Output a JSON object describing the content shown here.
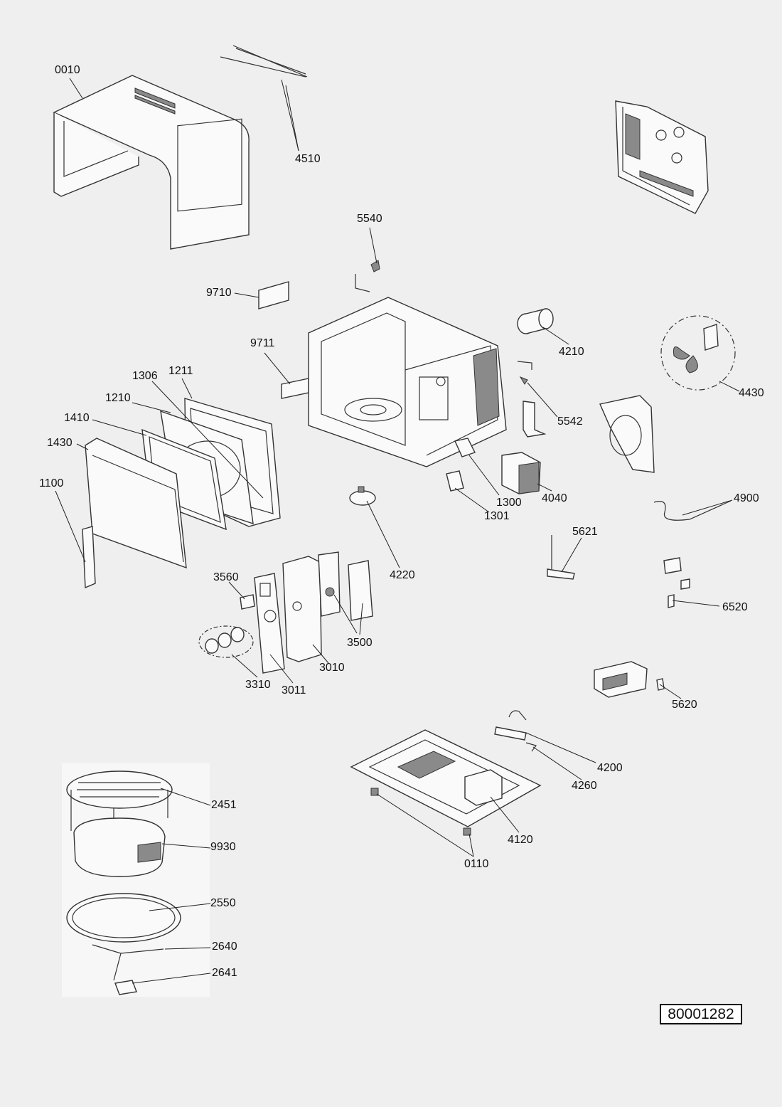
{
  "diagram": {
    "drawing_number": "80001282",
    "parts": [
      {
        "id": "label-0010",
        "text": "0010"
      },
      {
        "id": "label-4510",
        "text": "4510"
      },
      {
        "id": "label-5540",
        "text": "5540"
      },
      {
        "id": "label-9710",
        "text": "9710"
      },
      {
        "id": "label-9711",
        "text": "9711"
      },
      {
        "id": "label-4210",
        "text": "4210"
      },
      {
        "id": "label-4430",
        "text": "4430"
      },
      {
        "id": "label-1306",
        "text": "1306"
      },
      {
        "id": "label-1211",
        "text": "1211"
      },
      {
        "id": "label-1210",
        "text": "1210"
      },
      {
        "id": "label-1410",
        "text": "1410"
      },
      {
        "id": "label-1430",
        "text": "1430"
      },
      {
        "id": "label-1100",
        "text": "1100"
      },
      {
        "id": "label-5542",
        "text": "5542"
      },
      {
        "id": "label-1300",
        "text": "1300"
      },
      {
        "id": "label-1301",
        "text": "1301"
      },
      {
        "id": "label-4040",
        "text": "4040"
      },
      {
        "id": "label-4900",
        "text": "4900"
      },
      {
        "id": "label-5621",
        "text": "5621"
      },
      {
        "id": "label-4220",
        "text": "4220"
      },
      {
        "id": "label-3560",
        "text": "3560"
      },
      {
        "id": "label-3500",
        "text": "3500"
      },
      {
        "id": "label-3010",
        "text": "3010"
      },
      {
        "id": "label-3310",
        "text": "3310"
      },
      {
        "id": "label-3011",
        "text": "3011"
      },
      {
        "id": "label-6520",
        "text": "6520"
      },
      {
        "id": "label-5620",
        "text": "5620"
      },
      {
        "id": "label-4200",
        "text": "4200"
      },
      {
        "id": "label-4260",
        "text": "4260"
      },
      {
        "id": "label-4120",
        "text": "4120"
      },
      {
        "id": "label-0110",
        "text": "0110"
      },
      {
        "id": "label-2451",
        "text": "2451"
      },
      {
        "id": "label-9930",
        "text": "9930"
      },
      {
        "id": "label-2550",
        "text": "2550"
      },
      {
        "id": "label-2640",
        "text": "2640"
      },
      {
        "id": "label-2641",
        "text": "2641"
      }
    ]
  }
}
